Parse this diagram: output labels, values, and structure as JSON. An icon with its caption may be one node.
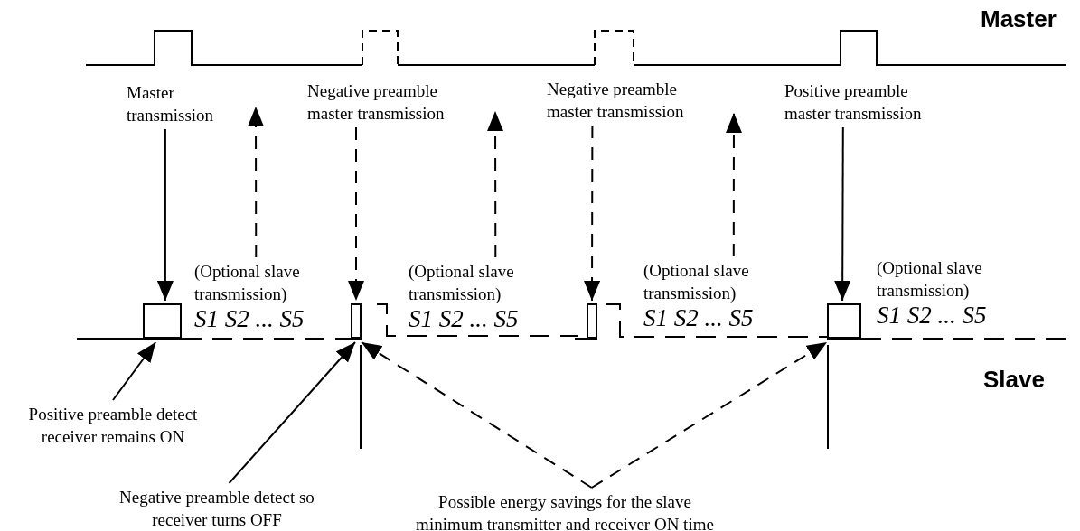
{
  "diagram": {
    "nodes": [
      {
        "text": [
          "Master transmission"
        ]
      },
      {
        "text": [
          "Negative preamble master transmission"
        ]
      },
      {
        "text": [
          "Negative preamble master transmission"
        ]
      },
      {
        "text": [
          "Positive preamble master transmission"
        ]
      },
      {
        "text": [
          "(Optional slave transmission)",
          "S1 S2 ... S5"
        ]
      },
      {
        "text": [
          "(Optional slave transmission)",
          "S1 S2 ... S5"
        ]
      },
      {
        "text": [
          "(Optional slave transmission)",
          "S1 S2 ... S5"
        ]
      },
      {
        "text": [
          "(Optional slave transmission)",
          "S1 S2 ... S5"
        ]
      },
      {
        "text": [],
        "shape": "pulse"
      },
      {
        "text": [],
        "shape": "pulse"
      },
      {
        "text": [],
        "shape": "pulse"
      },
      {
        "text": [],
        "shape": "pulse"
      },
      {
        "text": [
          "Positive preamble detect receiver remains ON"
        ]
      },
      {
        "text": [
          "Negative preamble detect so receiver turns OFF"
        ]
      },
      {
        "text": [
          "Possible energy savings for the slave minimum transmitter and receiver ON time"
        ]
      }
    ],
    "edges": [
      {
        "from": 0,
        "to": 8,
        "arrow": "to"
      },
      {
        "from": 1,
        "to": 9,
        "arrow": "to",
        "style": "dashed"
      },
      {
        "from": 2,
        "to": 10,
        "arrow": "to",
        "style": "dashed"
      },
      {
        "from": 3,
        "to": 11,
        "arrow": "to"
      },
      {
        "from": 4,
        "to": null,
        "arrow": "to",
        "style": "dashed"
      },
      {
        "from": 5,
        "to": null,
        "arrow": "to",
        "style": "dashed"
      },
      {
        "from": 6,
        "to": null,
        "arrow": "to",
        "style": "dashed"
      },
      {
        "from": 12,
        "to": 8,
        "arrow": "to"
      },
      {
        "from": 13,
        "to": 9,
        "arrow": "to"
      },
      {
        "from": 14,
        "to": 9,
        "arrow": "to",
        "style": "dashed"
      },
      {
        "from": 14,
        "to": 11,
        "arrow": "to",
        "style": "dashed"
      }
    ],
    "labels": [
      "Master",
      "Slave"
    ]
  }
}
